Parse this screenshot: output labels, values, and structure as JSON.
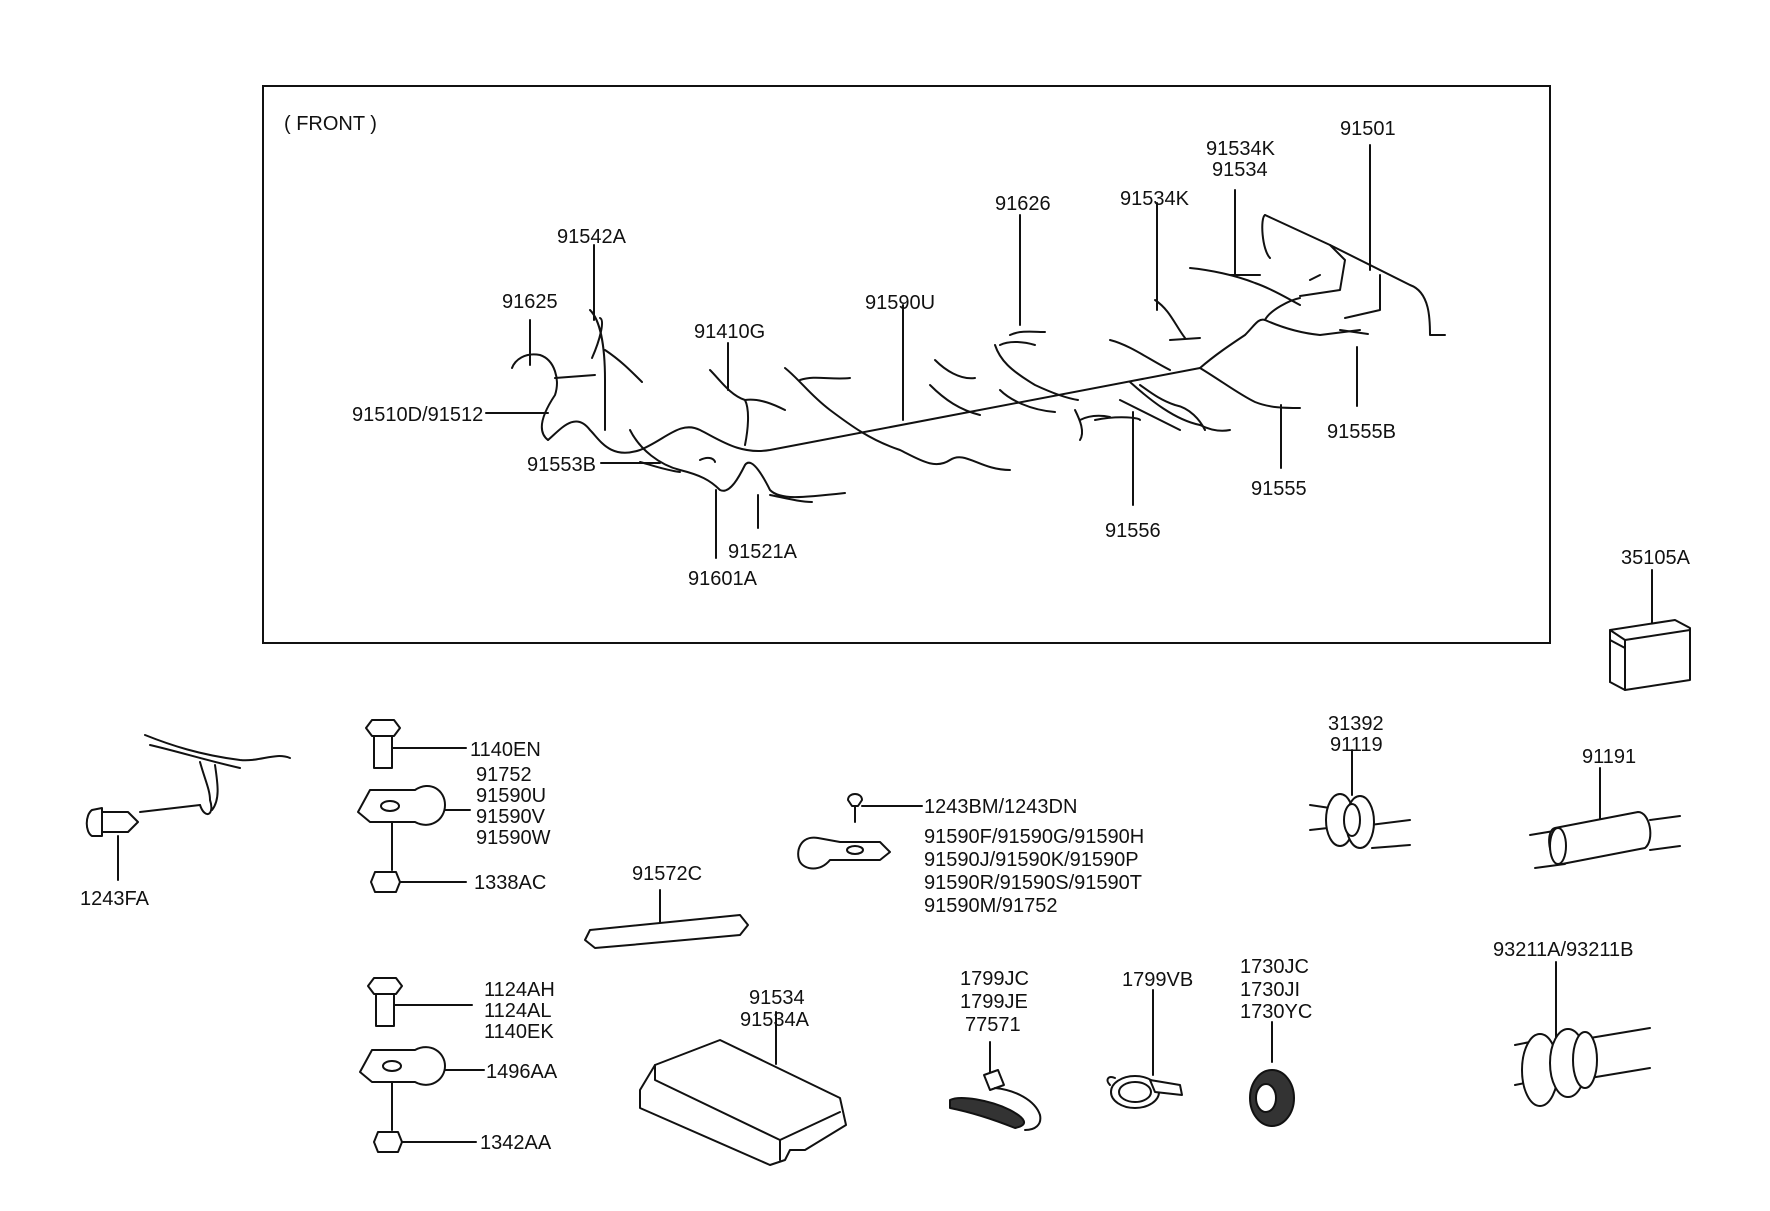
{
  "front_label": "( FRONT )",
  "harness_labels": {
    "l_91501": "91501",
    "l_91534k_a": "91534K",
    "l_91534": "91534",
    "l_91534k_b": "91534K",
    "l_91626": "91626",
    "l_91542a": "91542A",
    "l_91625": "91625",
    "l_91410g": "91410G",
    "l_91590u": "91590U",
    "l_91510d": "91510D/91512",
    "l_91553b": "91553B",
    "l_91521a": "91521A",
    "l_91601a": "91601A",
    "l_91556": "91556",
    "l_91555": "91555",
    "l_91555b": "91555B"
  },
  "parts_labels": {
    "l_35105a": "35105A",
    "l_1140en": "1140EN",
    "l_91752": "91752",
    "l_91590u_b": "91590U",
    "l_91590v": "91590V",
    "l_91590w": "91590W",
    "l_1338ac": "1338AC",
    "l_1243fa": "1243FA",
    "l_1243bm": "1243BM/1243DN",
    "l_91590f": "91590F/91590G/91590H",
    "l_91590j": "91590J/91590K/91590P",
    "l_91590r": "91590R/91590S/91590T",
    "l_91590m": "91590M/91752",
    "l_31392": "31392",
    "l_91119": "91119",
    "l_91191": "91191",
    "l_91572c": "91572C",
    "l_1124ah": "1124AH",
    "l_1124al": "1124AL",
    "l_1140ek": "1140EK",
    "l_1496aa": "1496AA",
    "l_1342aa": "1342AA",
    "l_91534_b": "91534",
    "l_91534a": "91534A",
    "l_1799jc": "1799JC",
    "l_1799je": "1799JE",
    "l_77571": "77571",
    "l_1799vb": "1799VB",
    "l_1730jc": "1730JC",
    "l_1730ji": "1730JI",
    "l_1730yc": "1730YC",
    "l_93211a": "93211A/93211B"
  }
}
